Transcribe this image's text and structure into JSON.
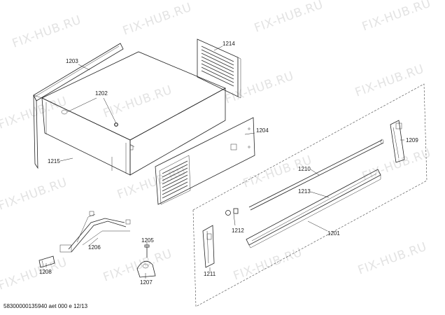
{
  "watermark": "FIX-HUB.RU",
  "footer_text": "58300000135940 aet 000 e 12/13",
  "callouts": {
    "c1203": "1203",
    "c1202": "1202",
    "c1215": "1215",
    "c1214": "1214",
    "c1204": "1204",
    "c1209": "1209",
    "c1210": "1210",
    "c1213": "1213",
    "c1212": "1212",
    "c1201": "1201",
    "c1211": "1211",
    "c1206": "1206",
    "c1205": "1205",
    "c1208": "1208",
    "c1207": "1207"
  }
}
